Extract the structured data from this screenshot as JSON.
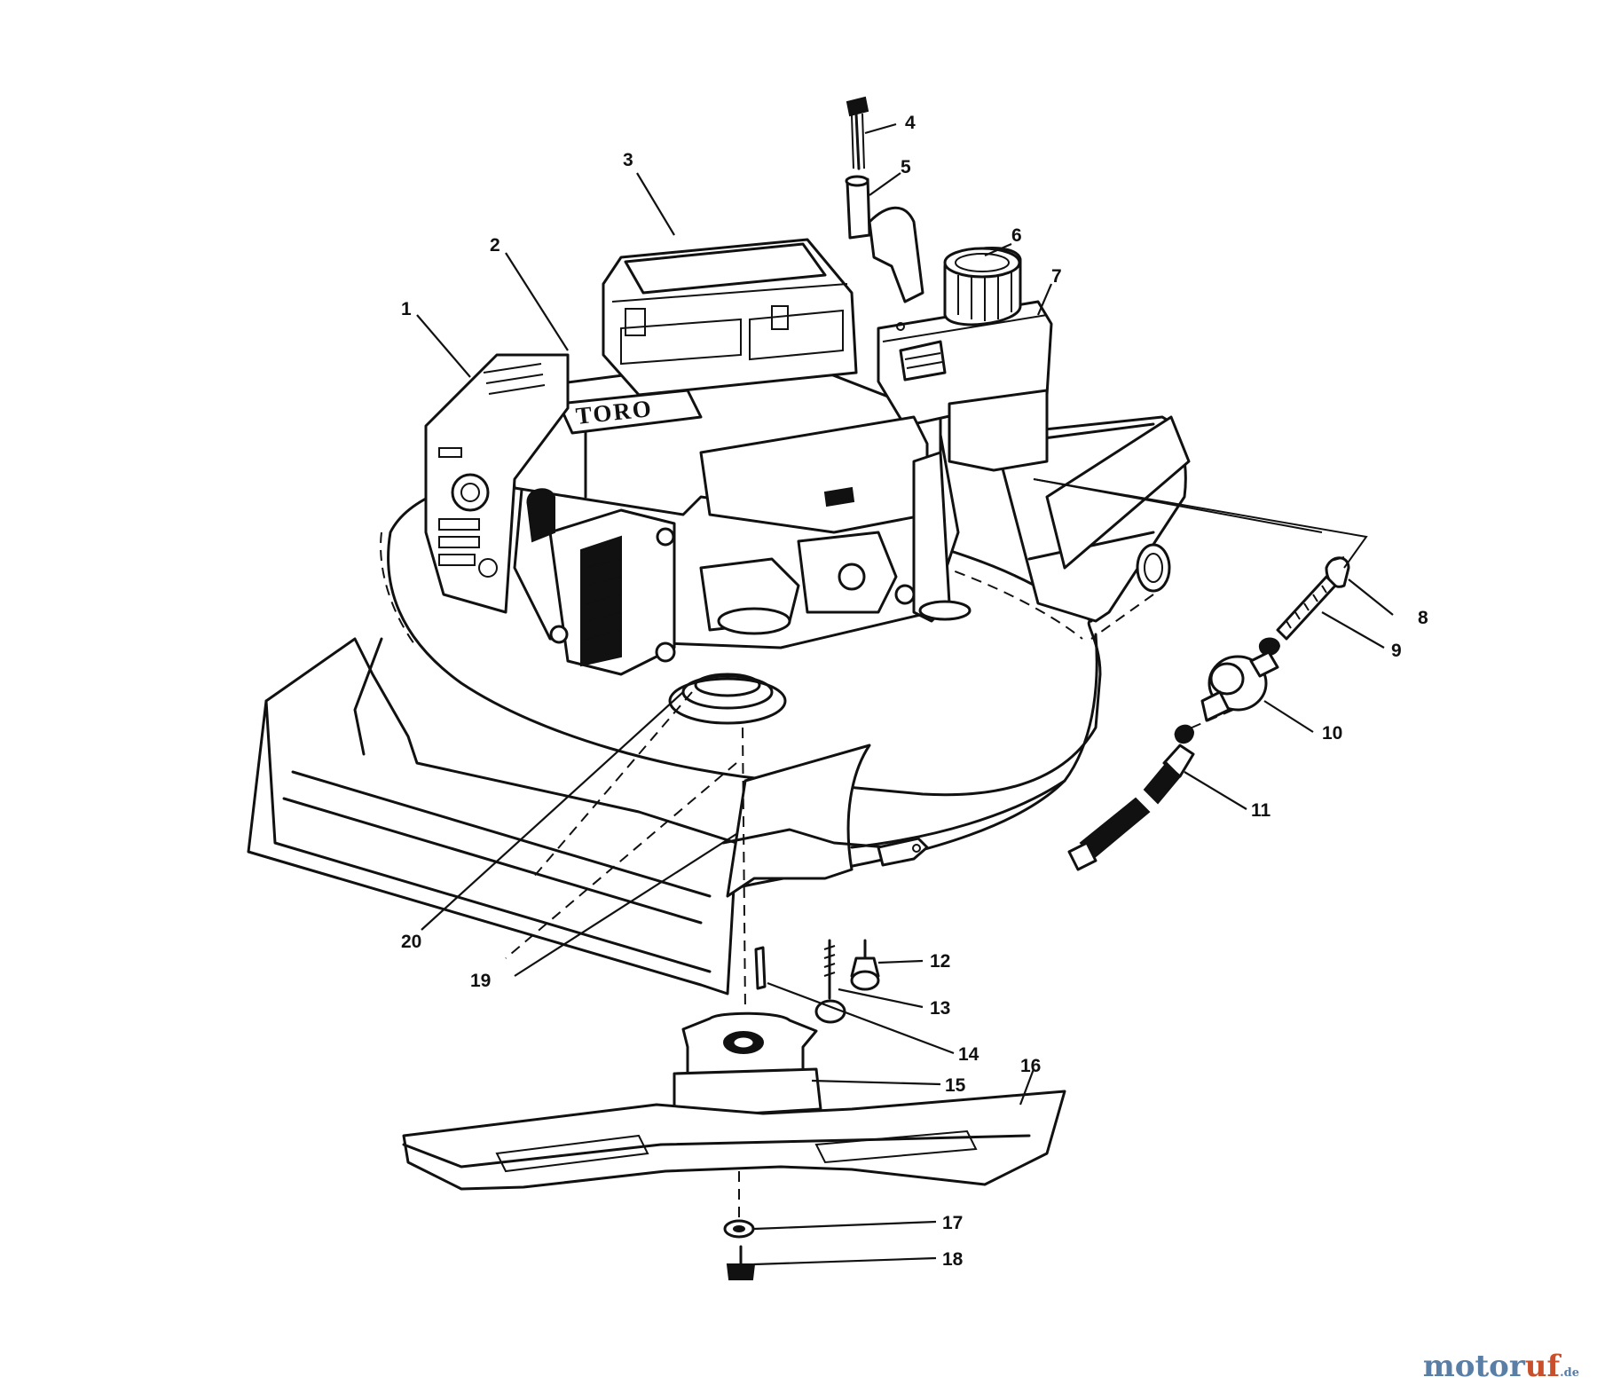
{
  "engine_brand": "TORO",
  "callouts": [
    {
      "num": "1"
    },
    {
      "num": "2"
    },
    {
      "num": "3"
    },
    {
      "num": "4"
    },
    {
      "num": "5"
    },
    {
      "num": "6"
    },
    {
      "num": "7"
    },
    {
      "num": "8"
    },
    {
      "num": "9"
    },
    {
      "num": "10"
    },
    {
      "num": "11"
    },
    {
      "num": "12"
    },
    {
      "num": "13"
    },
    {
      "num": "14"
    },
    {
      "num": "15"
    },
    {
      "num": "16"
    },
    {
      "num": "17"
    },
    {
      "num": "18"
    },
    {
      "num": "19"
    },
    {
      "num": "20"
    }
  ],
  "watermark": {
    "main": "motor",
    "accent": "uf",
    "tld": ".de"
  }
}
